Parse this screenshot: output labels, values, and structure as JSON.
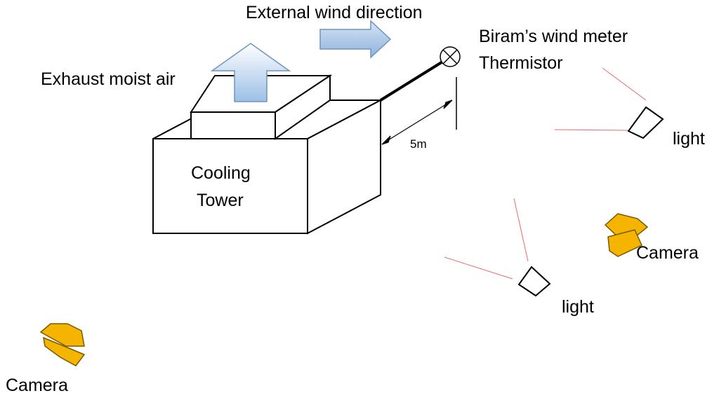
{
  "labels": {
    "wind": "External wind direction",
    "exhaust": "Exhaust moist air",
    "meter": "Biram’s wind meter",
    "thermistor": "Thermistor",
    "tower_line1": "Cooling",
    "tower_line2": "Tower",
    "distance": "5m",
    "light_top": "light",
    "light_bottom": "light",
    "camera_right": "Camera",
    "camera_left": "Camera"
  },
  "colors": {
    "arrow_fill_top": "#ffffff",
    "arrow_fill_bottom": "#9cbfe6",
    "arrow_stroke": "#6f93c0",
    "camera_fill": "#f4b400",
    "camera_stroke": "#7a5a00",
    "light_ray": "#e86a6a"
  }
}
